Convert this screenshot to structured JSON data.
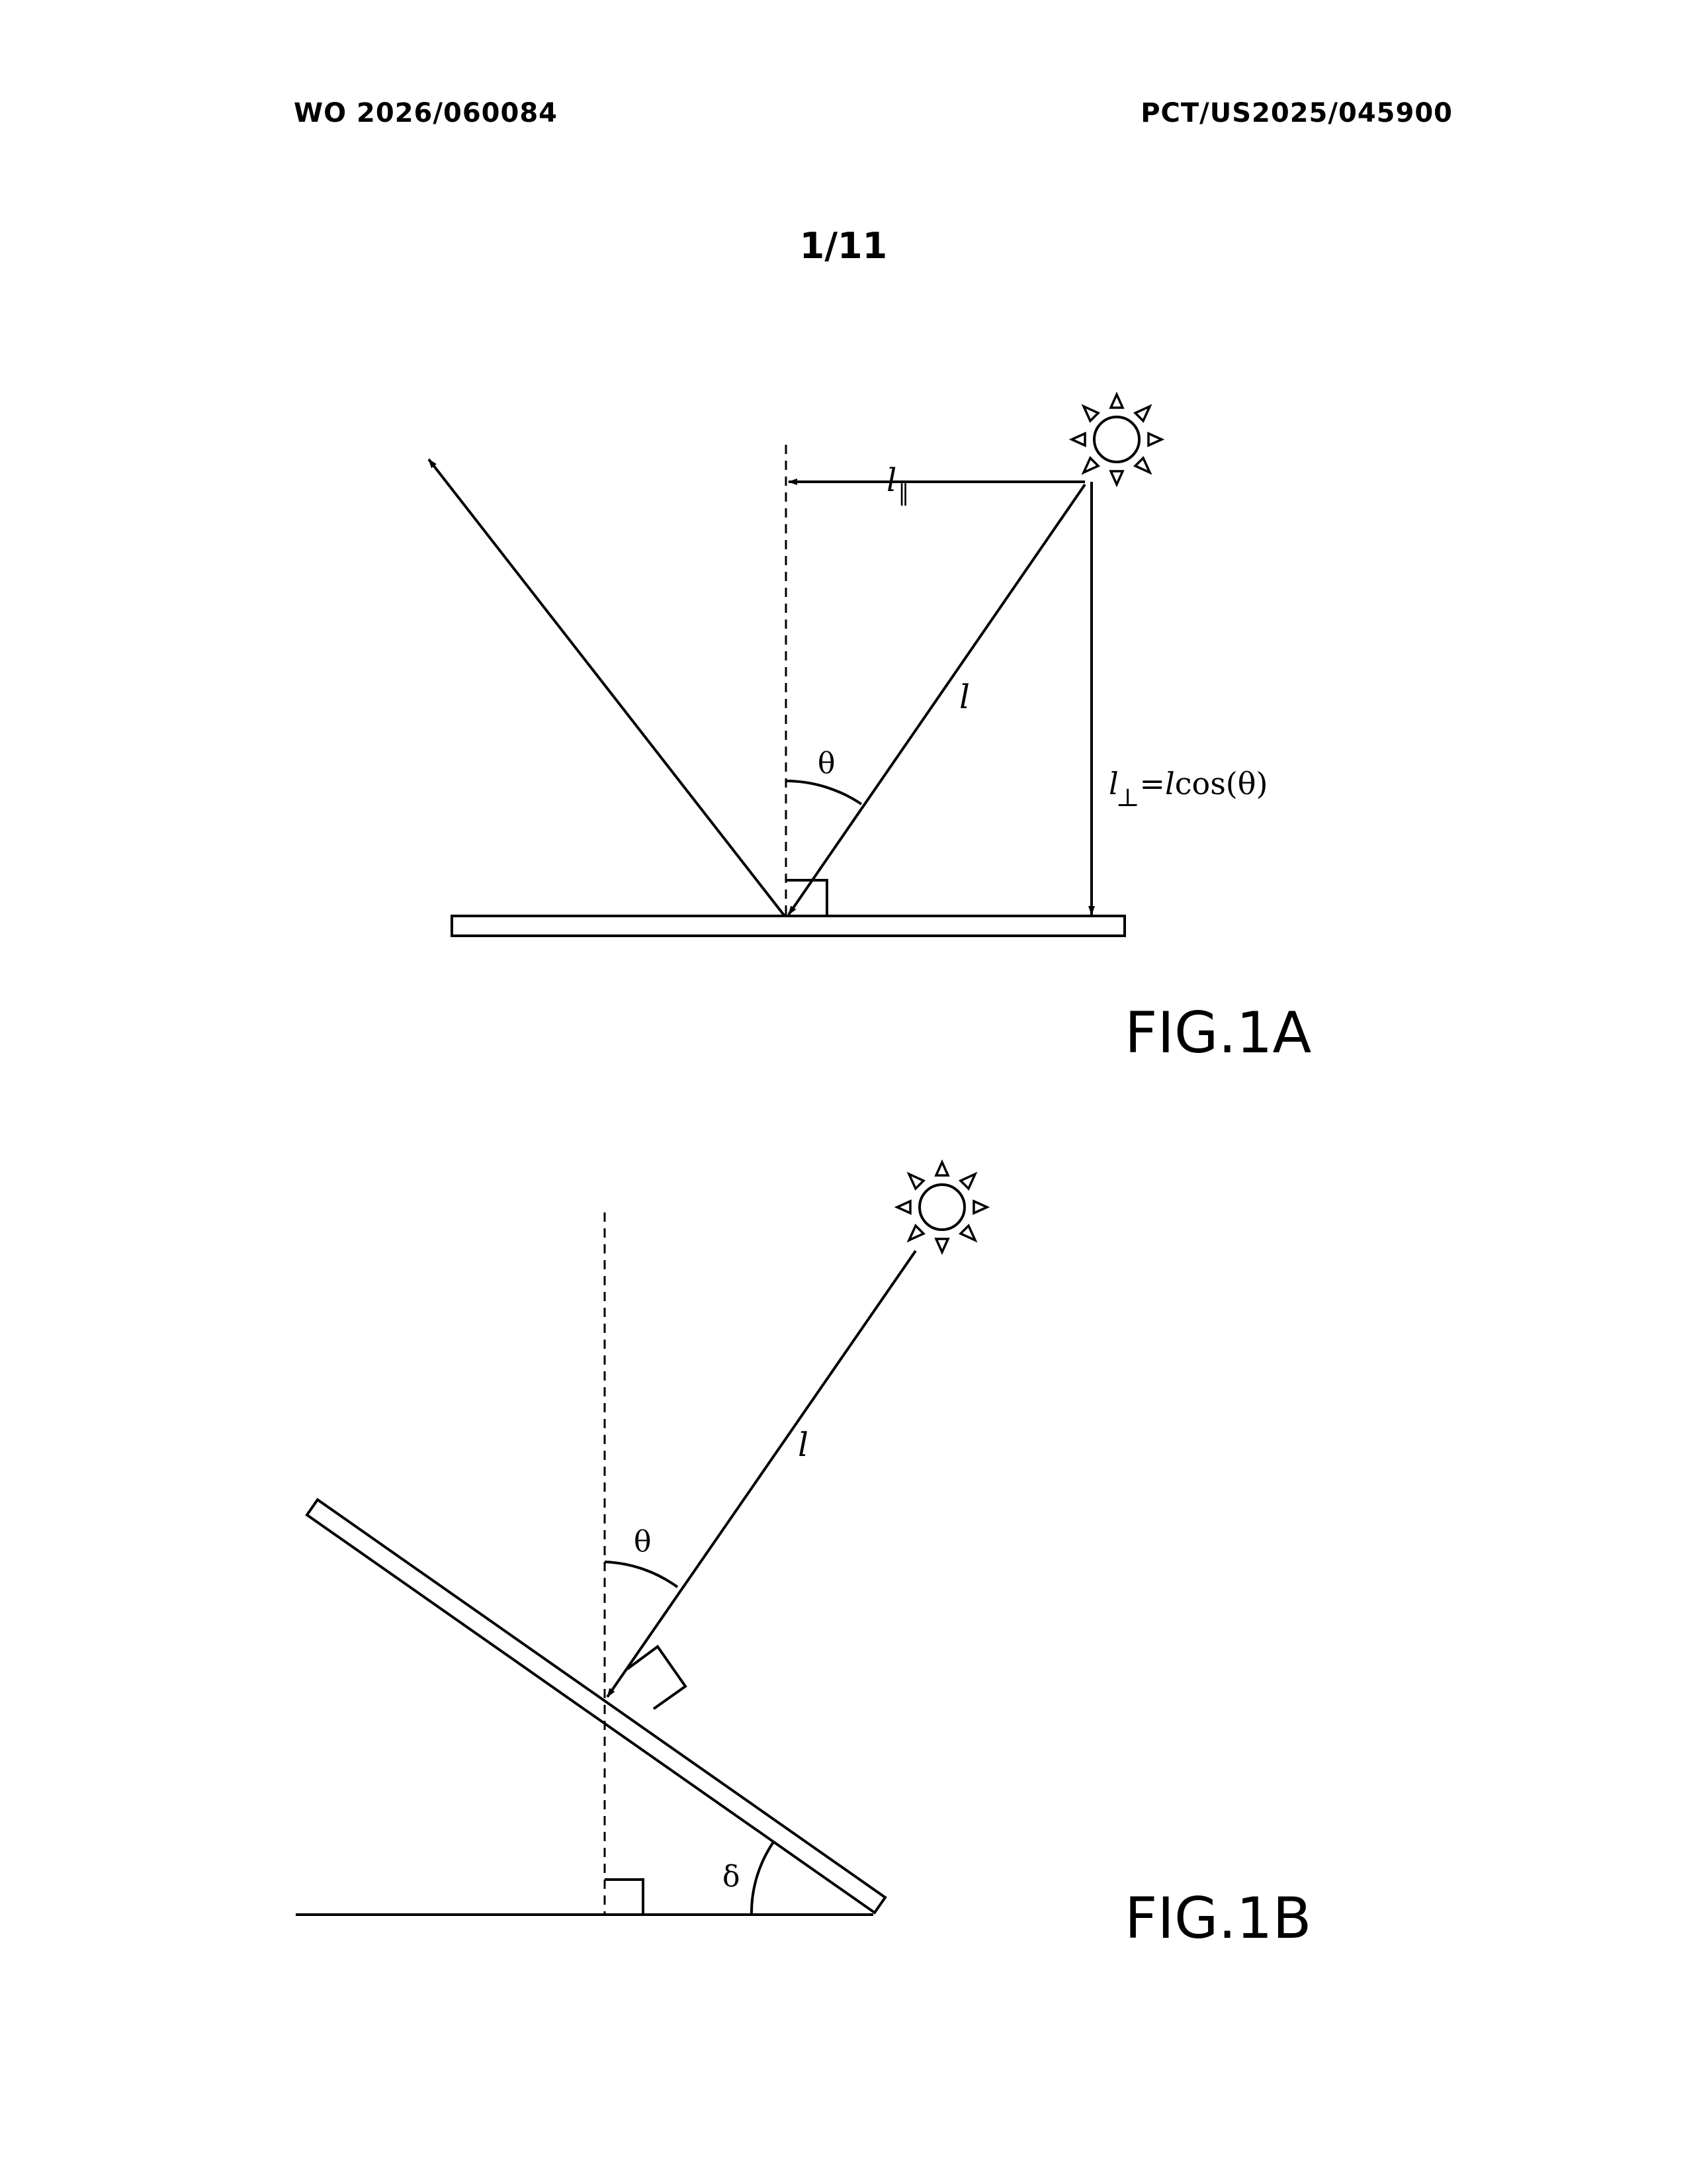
{
  "header": {
    "publication_number": "WO 2026/060084",
    "application_number": "PCT/US2025/045900"
  },
  "sheet_number": "1/11",
  "fig1a": {
    "caption": "FIG.1A",
    "label_l_parallel": "l",
    "label_l_parallel_sub": "‖",
    "label_l": "l",
    "label_theta": "θ",
    "label_l_perp": "l",
    "label_l_perp_sub": "⊥",
    "label_l_perp_eq_prefix": "=",
    "label_l_perp_eq_l": "l",
    "label_l_perp_eq_suffix": "cos(θ)"
  },
  "fig1b": {
    "caption": "FIG.1B",
    "label_l": "l",
    "label_theta": "θ",
    "label_delta": "δ"
  },
  "icons": {
    "sun": "sun-icon"
  }
}
